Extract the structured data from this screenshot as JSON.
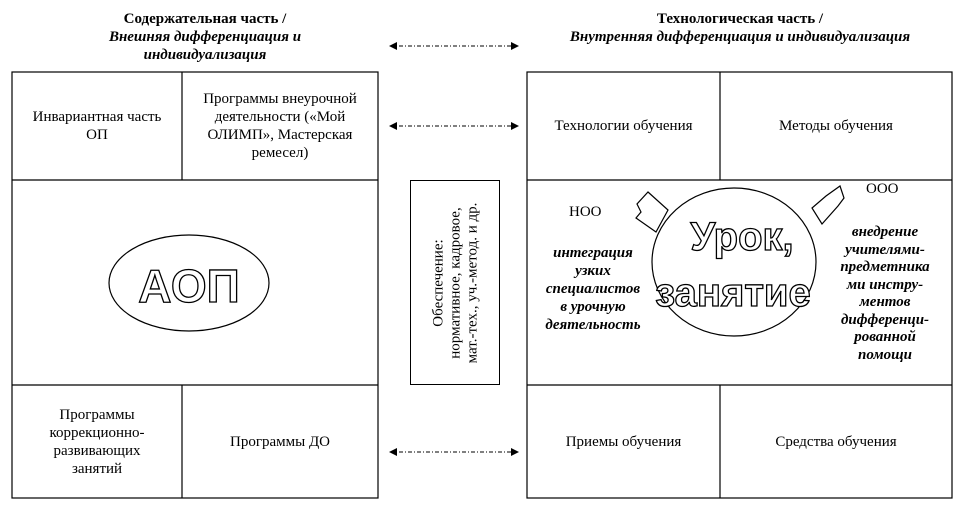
{
  "left_header": {
    "title": "Содержательная часть /",
    "subtitle_line1": "Внешняя дифференциация и",
    "subtitle_line2": "индивидуализация"
  },
  "right_header": {
    "title": "Технологическая часть /",
    "subtitle": "Внутренняя дифференциация и индивидуализация"
  },
  "left_block": {
    "invariant": [
      "Инвариантная часть",
      "ОП"
    ],
    "extracurricular": [
      "Программы внеурочной",
      "деятельности («Мой",
      "ОЛИМП», Мастерская",
      "ремесел)"
    ],
    "aop": "АОП",
    "correctional": [
      "Программы",
      "коррекционно-",
      "развивающих",
      "занятий"
    ],
    "do_programs": "Программы ДО"
  },
  "support_box": {
    "line1": "Обеспечение:",
    "line2": "нормативное, кадровое,",
    "line3": "мат.-тех., уч.-метод. и др."
  },
  "right_block": {
    "technologies": "Технологии обучения",
    "methods": "Методы обучения",
    "noo": "НОО",
    "ooo": "ООО",
    "integration": [
      "интеграция",
      "узких",
      "специалистов",
      "в урочную",
      "деятельность"
    ],
    "lesson_line1": "Урок,",
    "lesson_line2": "занятие",
    "implementation": [
      "внедрение",
      "учителями-",
      "предметника",
      "ми инстру-",
      "ментов",
      "дифференци-",
      "рованной",
      "помощи"
    ],
    "techniques": "Приемы обучения",
    "tools": "Средства обучения"
  }
}
